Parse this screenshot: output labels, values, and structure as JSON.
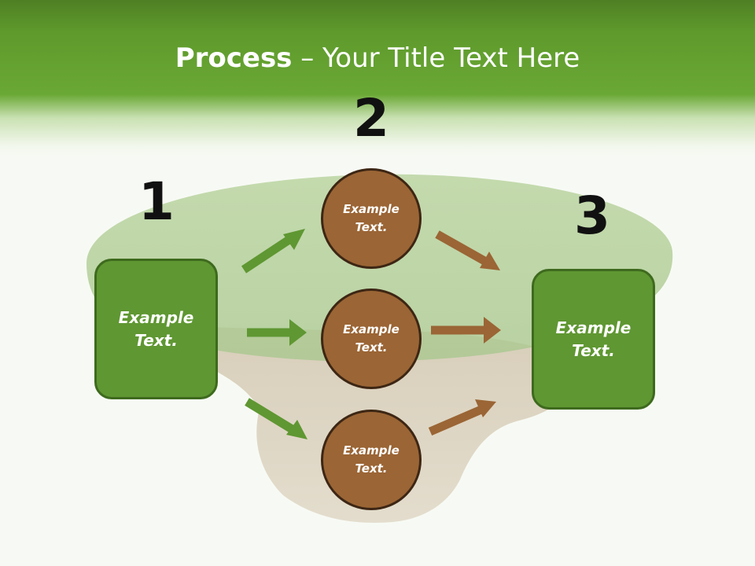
{
  "title": {
    "bold": "Process",
    "rest": " – Your Title Text Here"
  },
  "steps": {
    "one": "1",
    "two": "2",
    "three": "3"
  },
  "left_box": {
    "line1": "Example",
    "line2": "Text."
  },
  "right_box": {
    "line1": "Example",
    "line2": "Text."
  },
  "circles": [
    {
      "line1": "Example",
      "line2": "Text."
    },
    {
      "line1": "Example",
      "line2": "Text."
    },
    {
      "line1": "Example",
      "line2": "Text."
    }
  ],
  "colors": {
    "green_box": "#5f9732",
    "green_arrow": "#5f9732",
    "brown_circle": "#9b6535",
    "brown_arrow": "#9b6535"
  }
}
